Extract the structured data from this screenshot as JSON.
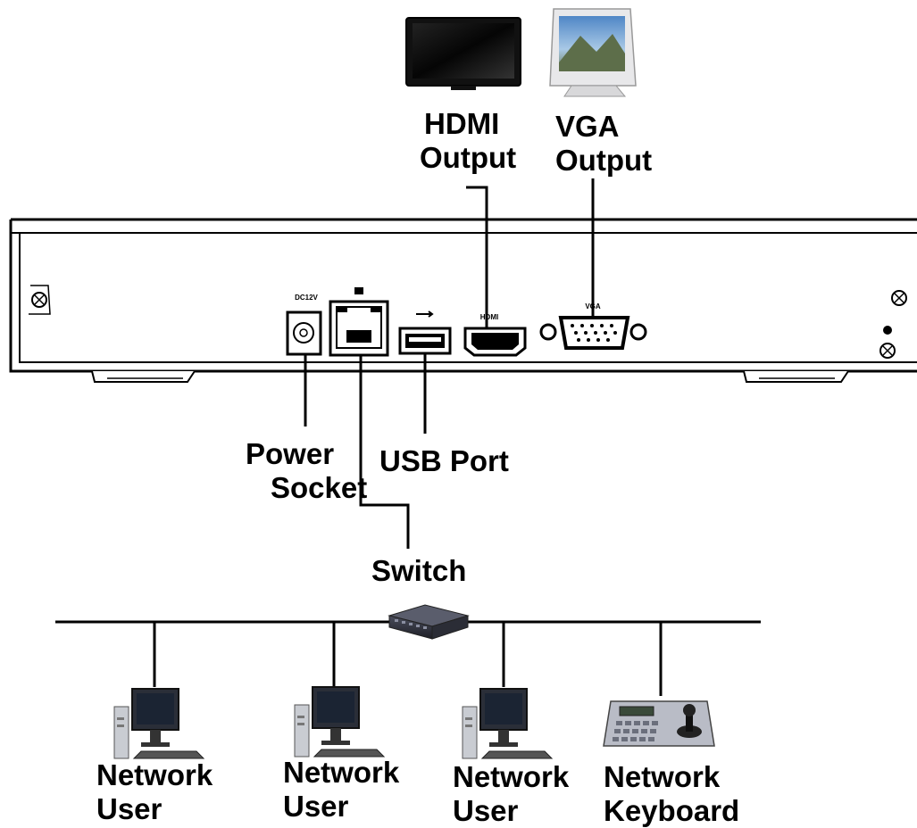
{
  "labels": {
    "hdmi": [
      "HDMI",
      "Output"
    ],
    "vga": [
      "VGA",
      "Output"
    ],
    "power": [
      "Power",
      "Socket"
    ],
    "usb": "USB Port",
    "switch": "Switch",
    "user1": [
      "Network",
      "User"
    ],
    "user2": [
      "Network",
      "User"
    ],
    "user3": [
      "Network",
      "User"
    ],
    "keyboard": [
      "Network",
      "Keyboard"
    ]
  },
  "port_markings": {
    "power": "DC12V",
    "vga": "VGA",
    "hdmi": "HDMI"
  },
  "icons": [
    "tv-icon",
    "crt-monitor-icon",
    "power-socket-icon",
    "ethernet-port-icon",
    "usb-port-icon",
    "hdmi-port-icon",
    "vga-port-icon",
    "network-switch-icon",
    "desktop-pc-icon",
    "ptz-keyboard-icon"
  ],
  "colors": {
    "line": "#000000",
    "device": "#ffffff",
    "switch_body": "#2d2f3a"
  }
}
